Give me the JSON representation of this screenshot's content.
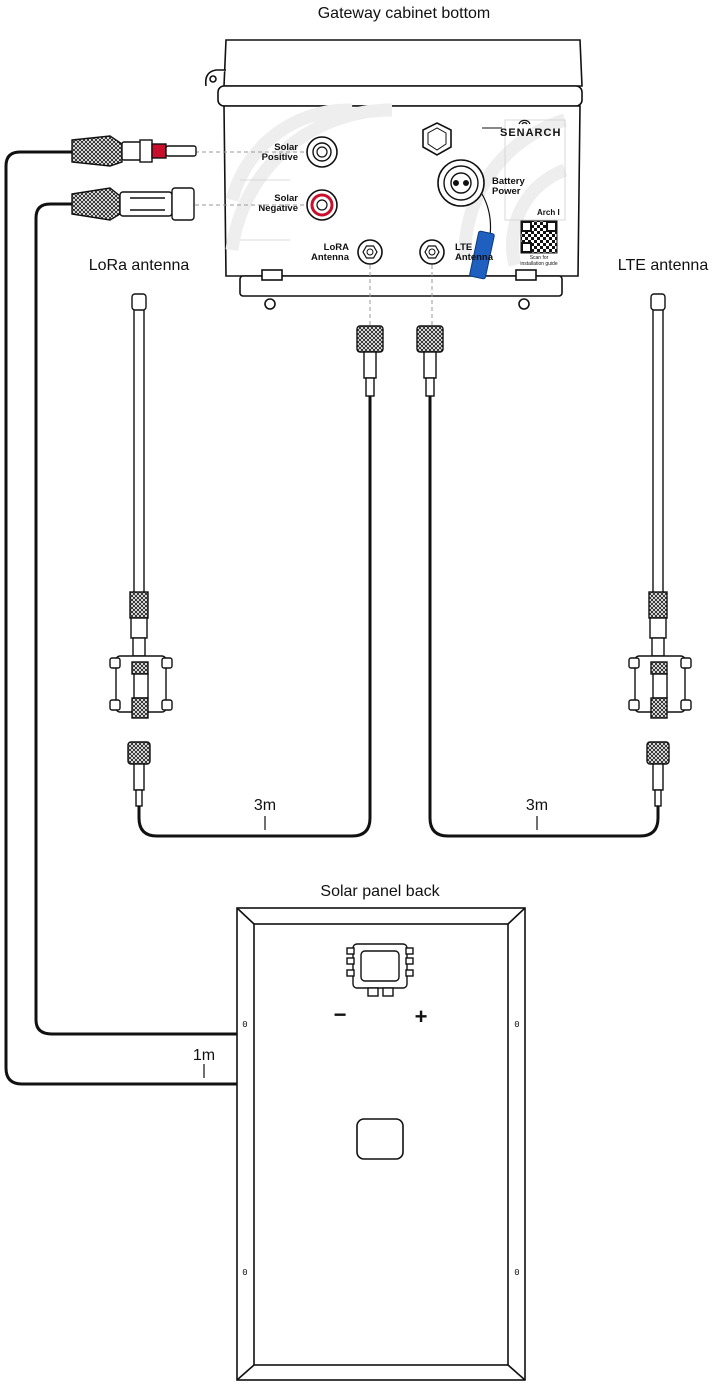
{
  "titles": {
    "cabinet": "Gateway cabinet bottom",
    "solar_panel": "Solar panel back",
    "lora_antenna": "LoRa antenna",
    "lte_antenna": "LTE antenna"
  },
  "cabinet": {
    "brand": "SENARCH",
    "model": "Arch I",
    "qr_caption_1": "Scan for",
    "qr_caption_2": "installation guide",
    "ports": {
      "solar_positive_1": "Solar",
      "solar_positive_2": "Positive",
      "solar_negative_1": "Solar",
      "solar_negative_2": "Negative",
      "lora_1": "LoRA",
      "lora_2": "Antenna",
      "lte_1": "LTE",
      "lte_2": "Antenna",
      "battery_1": "Battery",
      "battery_2": "Power"
    }
  },
  "cables": {
    "lora_length": "3m",
    "lte_length": "3m",
    "solar_length": "1m"
  },
  "junction_box": {
    "minus": "−",
    "plus": "+"
  },
  "panel_marks": {
    "hole": "0"
  },
  "colors": {
    "line": "#111111",
    "dash": "#9a9a9a",
    "negative_ring": "#c8102e",
    "tie_wrap": "#1f5fbf",
    "watermark": "#eeeeee"
  }
}
